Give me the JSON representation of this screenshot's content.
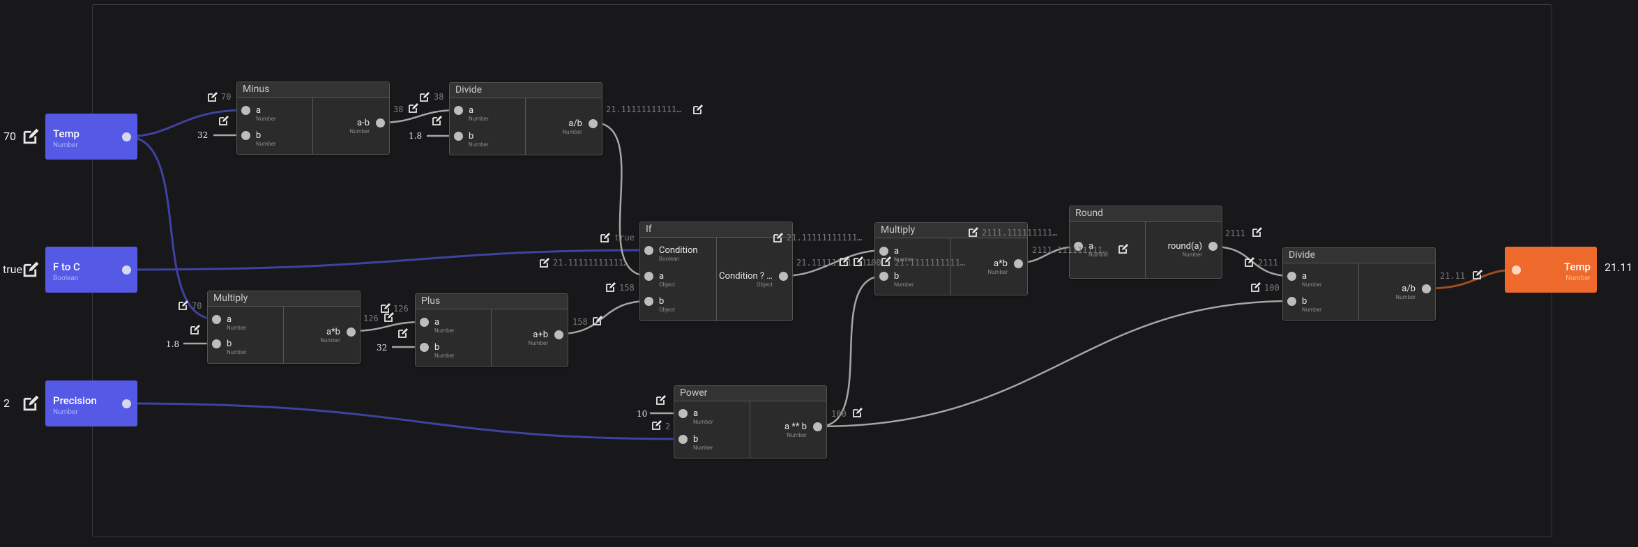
{
  "inputs": [
    {
      "name": "Temp",
      "type": "Number",
      "value": "70"
    },
    {
      "name": "F to C",
      "type": "Boolean",
      "value": "true"
    },
    {
      "name": "Precision",
      "type": "Number",
      "value": "2"
    }
  ],
  "output": {
    "name": "Temp",
    "type": "Number",
    "value": "21.11"
  },
  "nodes": {
    "minus": {
      "title": "Minus",
      "a": "a",
      "a_type": "Number",
      "b": "b",
      "b_type": "Number",
      "out": "a-b",
      "out_type": "Number",
      "a_val": "70",
      "b_val": "32",
      "out_val": "38"
    },
    "divide1": {
      "title": "Divide",
      "a": "a",
      "a_type": "Number",
      "b": "b",
      "b_type": "Number",
      "out": "a/b",
      "out_type": "Number",
      "a_val": "38",
      "b_val": "1.8",
      "out_val": "21.11111111111…"
    },
    "multiply1": {
      "title": "Multiply",
      "a": "a",
      "a_type": "Number",
      "b": "b",
      "b_type": "Number",
      "out": "a*b",
      "out_type": "Number",
      "a_val": "70",
      "b_val": "1.8",
      "out_val": "126"
    },
    "plus": {
      "title": "Plus",
      "a": "a",
      "a_type": "Number",
      "b": "b",
      "b_type": "Number",
      "out": "a+b",
      "out_type": "Number",
      "a_val": "126",
      "b_val": "32",
      "out_val": "158"
    },
    "if": {
      "title": "If",
      "c": "Condition",
      "c_type": "Boolean",
      "a": "a",
      "a_type": "Object",
      "b": "b",
      "b_type": "Object",
      "out": "Condition ? …",
      "out_type": "Object",
      "c_val": "true",
      "a_val": "21.11111111111…",
      "b_val": "158",
      "out_val": "21.11111111111…"
    },
    "multiply2": {
      "title": "Multiply",
      "a": "a",
      "a_type": "Number",
      "b": "b",
      "b_type": "Number",
      "out": "a*b",
      "out_type": "Number",
      "a_val": "21.1111111111…",
      "b_val": "100",
      "out_val": "2111.111111111…"
    },
    "round": {
      "title": "Round",
      "a": "a",
      "a_type": "Number",
      "out": "round(a)",
      "out_type": "Number",
      "a_val": "2111.1111111…",
      "out_val": "2111"
    },
    "divide2": {
      "title": "Divide",
      "a": "a",
      "a_type": "Number",
      "b": "b",
      "b_type": "Number",
      "out": "a/b",
      "out_type": "Number",
      "a_val": "2111",
      "b_val": "100",
      "out_val": "21.11"
    },
    "power": {
      "title": "Power",
      "a": "a",
      "a_type": "Number",
      "b": "b",
      "b_type": "Number",
      "out": "a ** b",
      "out_type": "Number",
      "a_val": "10",
      "b_val": "2",
      "out_val": "100"
    }
  },
  "colors": {
    "background": "#18181a",
    "input_node": "#5459e6",
    "output_node": "#ed6a2c",
    "wire": "#a6a6a6",
    "input_wire": "#3e43a0",
    "output_wire": "#a34c22"
  }
}
